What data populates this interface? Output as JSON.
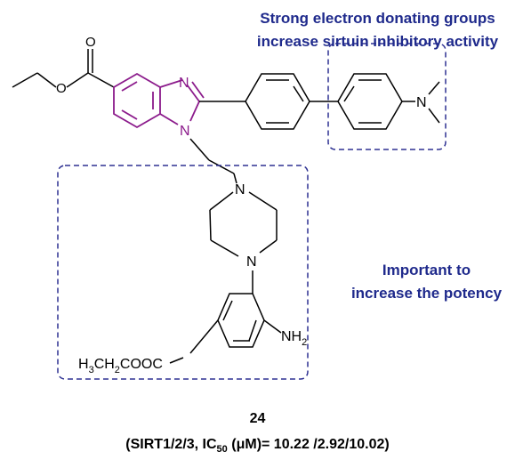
{
  "annotations": {
    "donating_line1": "Strong electron donating groups",
    "donating_line2": "increase sirtuin inhibitory activity",
    "potency_line1": "Important to",
    "potency_line2": "increase the potency"
  },
  "atoms": {
    "carbonyl_O": "O",
    "ester_O": "O",
    "imidazole_N3": "N",
    "imidazole_N1": "N",
    "dimethylamino_N": "N",
    "piperazine_N_top": "N",
    "piperazine_N_bottom": "N",
    "amino_NH": "NH",
    "amino_sub": "2",
    "ester_ethyl_part1": "H",
    "ester_ethyl_sub": "3",
    "ester_ethyl_part2": "CH",
    "ester_ethyl_sub2": "2",
    "ester_ethyl_part3": "COOC"
  },
  "compound": {
    "id": "24",
    "assay_prefix": "(SIRT1/2/3, IC",
    "assay_subscript": "50",
    "assay_suffix": " (μM)= 10.22 /2.92/10.02)"
  },
  "colors": {
    "annotation_text": "#1f2a8c",
    "highlight_box": "#2e3192",
    "benzimidazole": "#8b1a8b",
    "bonds": "#000000"
  }
}
